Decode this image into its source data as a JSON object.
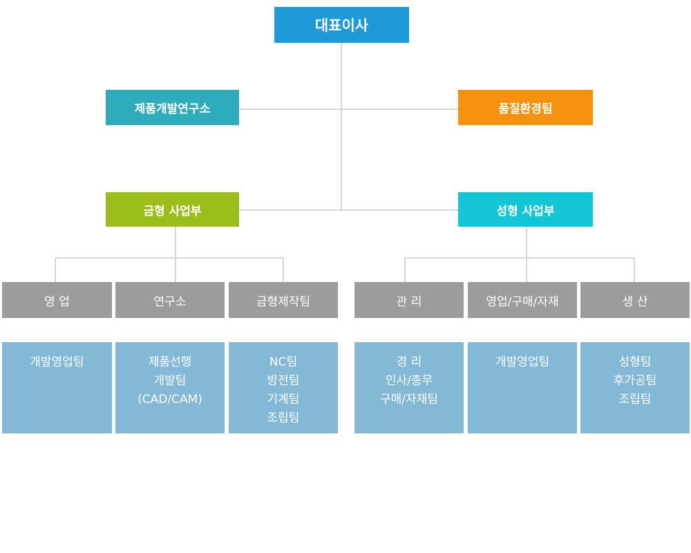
{
  "colors": {
    "ceo": "#1e9ad8",
    "research": "#2eacbb",
    "quality": "#f6910e",
    "mold": "#9bbd1a",
    "molding": "#13c6d6",
    "dept": "#9c9c9c",
    "detail": "#83b9d6",
    "connector": "#d6d6d6"
  },
  "ceo": {
    "label": "대표이사"
  },
  "research_lab": {
    "label": "제품개발연구소"
  },
  "quality_team": {
    "label": "품질환경팀"
  },
  "mold_division": {
    "label": "금형 사업부",
    "departments": [
      {
        "label": "영 업",
        "teams": [
          "개발영업팀"
        ]
      },
      {
        "label": "연구소",
        "teams": [
          "제품선행",
          "개발팀",
          "(CAD/CAM)"
        ]
      },
      {
        "label": "금형제작팀",
        "teams": [
          "NC팀",
          "방전팀",
          "기계팀",
          "조립팀"
        ]
      }
    ]
  },
  "molding_division": {
    "label": "성형 사업부",
    "departments": [
      {
        "label": "관 리",
        "teams": [
          "경 리",
          "인사/총무",
          "구매/자재팀"
        ]
      },
      {
        "label": "영업/구매/자재",
        "teams": [
          "개발영업팀"
        ]
      },
      {
        "label": "생 산",
        "teams": [
          "성형팀",
          "후가공팀",
          "조립팀"
        ]
      }
    ]
  }
}
